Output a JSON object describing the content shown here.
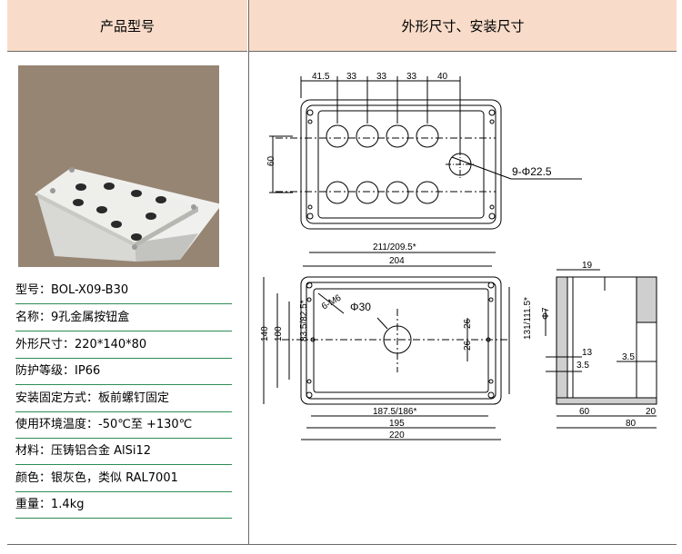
{
  "header": {
    "left": "产品型号",
    "right": "外形尺寸、安装尺寸"
  },
  "specs": [
    {
      "label": "型号：",
      "value": "BOL-X09-B30"
    },
    {
      "label": "名称：",
      "value": "9孔金属按钮盒"
    },
    {
      "label": "外形尺寸：",
      "value": "220*140*80"
    },
    {
      "label": "防护等级：",
      "value": "IP66"
    },
    {
      "label": "安装固定方式：",
      "value": "板前螺钉固定"
    },
    {
      "label": "使用环境温度：",
      "value": "-50℃至 +130℃"
    },
    {
      "label": "材料：",
      "value": "压铸铝合金 AlSi12"
    },
    {
      "label": "颜色：",
      "value": "银灰色，类似 RAL7001"
    },
    {
      "label": "重量：",
      "value": "1.4kg"
    }
  ],
  "drawing": {
    "top": {
      "d1": "41.5",
      "d2": "33",
      "d3": "33",
      "d4": "33",
      "d5": "40",
      "d60": "60",
      "holes": "9-Φ22.5"
    },
    "front": {
      "w211": "211/209.5*",
      "w204": "204",
      "h140": "140",
      "h100": "100",
      "h835": "83.5/82.5*",
      "m6": "6-M6",
      "phi30": "Φ30",
      "d26a": "26",
      "d26b": "26",
      "h131": "131/111.5*",
      "w1875": "187.5/186*",
      "w195": "195",
      "w220": "220"
    },
    "side": {
      "d19": "19",
      "phi7": "Φ7",
      "d13": "13",
      "d35a": "3.5",
      "d35b": "3.5",
      "d60": "60",
      "d20": "20",
      "d80": "80"
    }
  }
}
